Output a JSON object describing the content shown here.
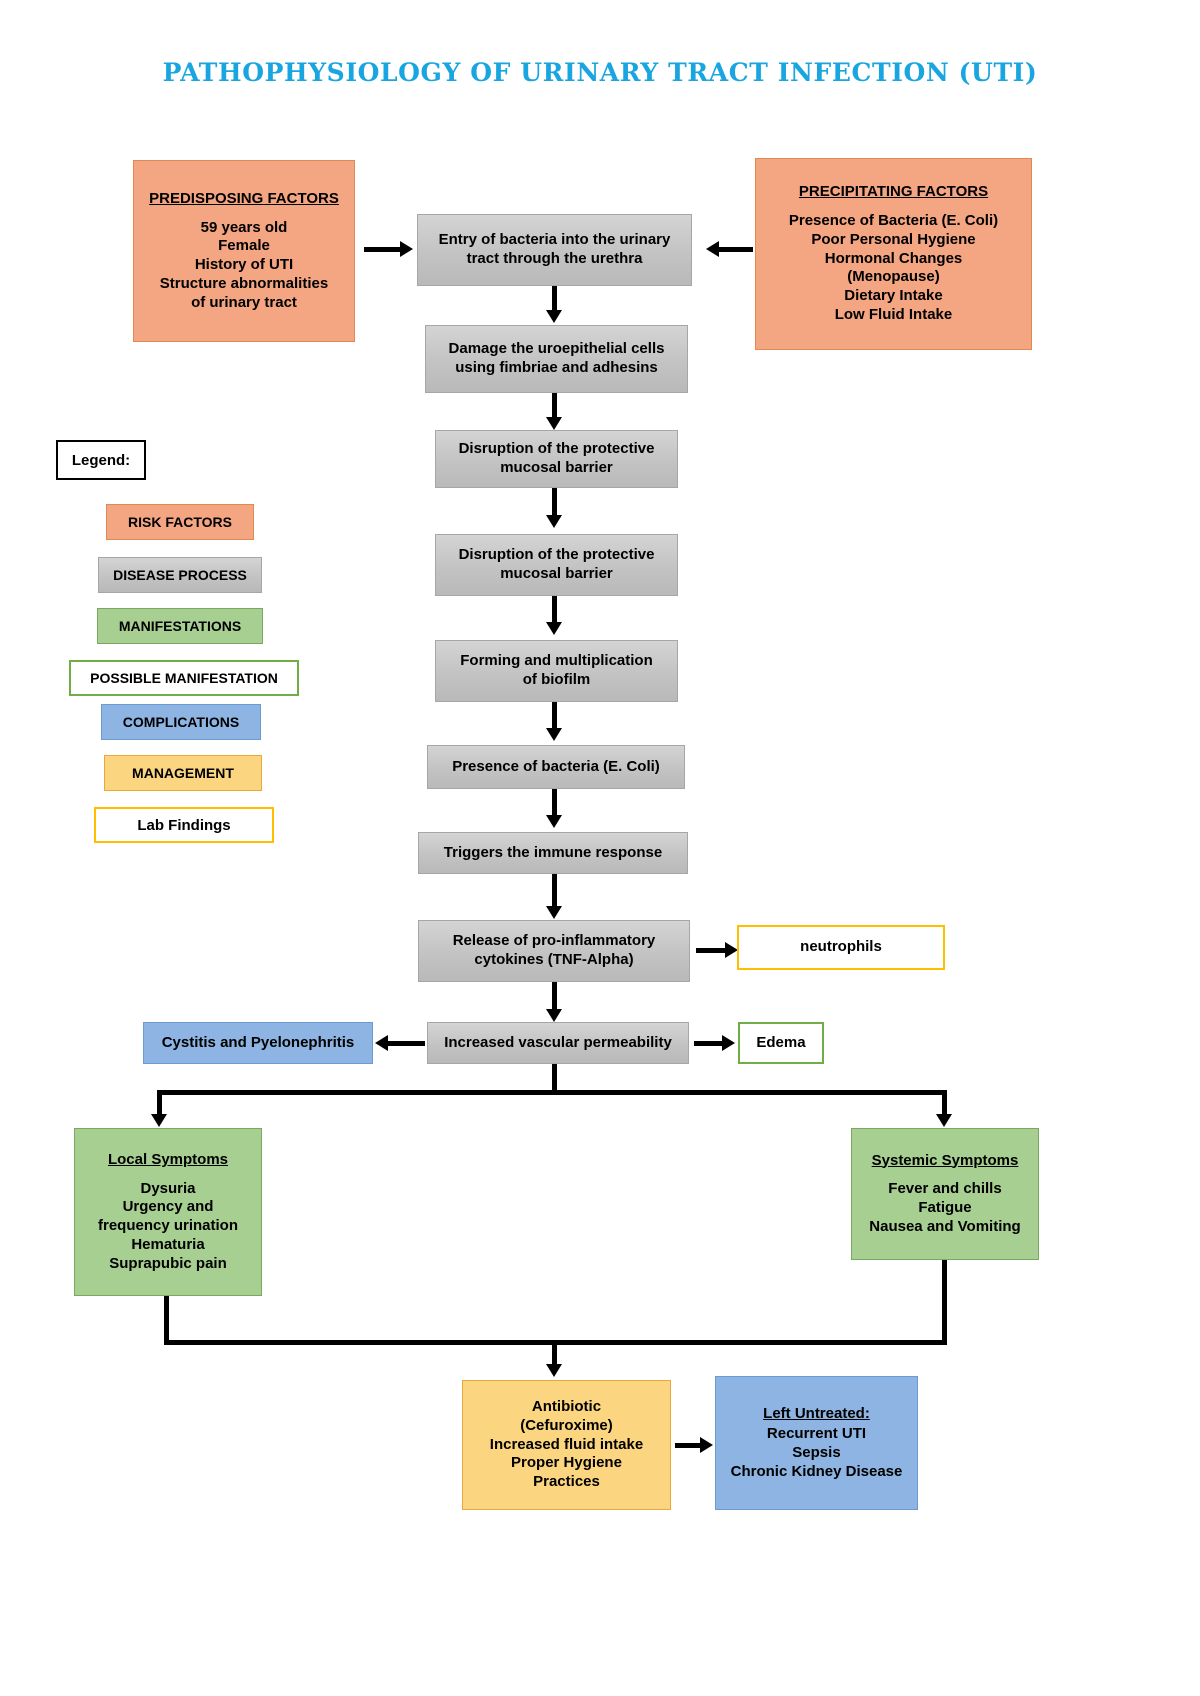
{
  "title": "PATHOPHYSIOLOGY OF URINARY TRACT INFECTION (UTI)",
  "colors": {
    "title": "#18a5e0",
    "risk_factors": "#f4a582",
    "disease_process": "#c3c3c3",
    "manifestations": "#a8cf92",
    "possible_manifestation_border": "#70ad47",
    "complications": "#8db4e2",
    "management": "#fcd581",
    "lab_findings_border": "#ffbf00"
  },
  "legend": {
    "label": "Legend:",
    "items": [
      {
        "label": "RISK FACTORS",
        "style": "risk"
      },
      {
        "label": "DISEASE PROCESS",
        "style": "process"
      },
      {
        "label": "MANIFESTATIONS",
        "style": "manifest"
      },
      {
        "label": "POSSIBLE MANIFESTATION",
        "style": "possible"
      },
      {
        "label": "COMPLICATIONS",
        "style": "complication"
      },
      {
        "label": "MANAGEMENT",
        "style": "management"
      },
      {
        "label": "Lab Findings",
        "style": "labfind"
      }
    ]
  },
  "nodes": {
    "predisposing": {
      "header": "PREDISPOSING FACTORS",
      "body": "59 years old\nFemale\nHistory of UTI\nStructure abnormalities\nof urinary tract"
    },
    "precipitating": {
      "header": "PRECIPITATING FACTORS",
      "body": "Presence of Bacteria (E. Coli)\nPoor Personal Hygiene\nHormonal Changes\n(Menopause)\nDietary Intake\nLow Fluid Intake"
    },
    "entry": {
      "body": "Entry of bacteria into the urinary\ntract through the urethra"
    },
    "damage": {
      "body": "Damage the uroepithelial cells\nusing fimbriae and adhesins"
    },
    "disruption1": {
      "body": "Disruption of the protective\nmucosal barrier"
    },
    "disruption2": {
      "body": "Disruption of the protective\nmucosal barrier"
    },
    "biofilm": {
      "body": "Forming and multiplication\nof biofilm"
    },
    "bacteria": {
      "body": "Presence of bacteria (E. Coli)"
    },
    "immune": {
      "body": "Triggers the immune response"
    },
    "cytokines": {
      "body": "Release of pro-inflammatory\ncytokines (TNF-Alpha)"
    },
    "neutrophils": {
      "body": "neutrophils"
    },
    "permeability": {
      "body": "Increased vascular permeability"
    },
    "cystitis": {
      "body": "Cystitis and Pyelonephritis"
    },
    "edema": {
      "body": "Edema"
    },
    "local_symptoms": {
      "header": "Local Symptoms",
      "body": "Dysuria\nUrgency and\nfrequency urination\nHematuria\nSuprapubic pain"
    },
    "systemic_symptoms": {
      "header": "Systemic Symptoms",
      "body": "Fever and chills\nFatigue\nNausea and Vomiting"
    },
    "antibiotic": {
      "body": "Antibiotic\n(Cefuroxime)\nIncreased fluid intake\nProper Hygiene\nPractices"
    },
    "untreated": {
      "header": "Left Untreated:",
      "body": "Recurrent UTI\nSepsis\nChronic Kidney Disease"
    }
  }
}
